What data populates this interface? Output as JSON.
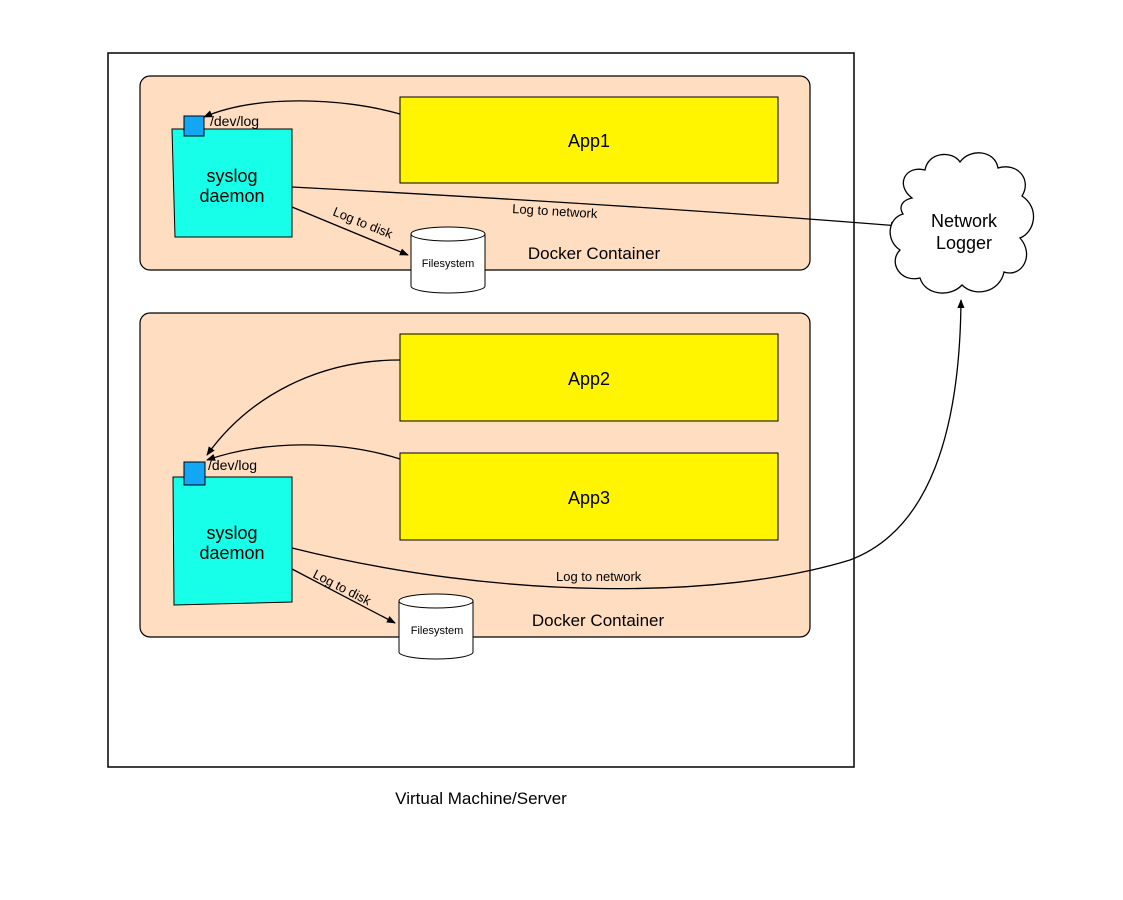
{
  "diagram": {
    "vm_label": "Virtual Machine/Server",
    "network_logger": {
      "line1": "Network",
      "line2": "Logger"
    },
    "colors": {
      "container_fill": "#FFDDC1",
      "app_fill": "#FFF500",
      "syslog_fill": "#17FFE8",
      "socket_fill": "#13A6F5",
      "stroke": "#000000"
    },
    "containers": [
      {
        "label": "Docker Container",
        "apps": [
          "App1"
        ],
        "socket": "/dev/log",
        "syslog": {
          "line1": "syslog",
          "line2": "daemon"
        },
        "filesystem": "Filesystem",
        "edge_disk": "Log to disk",
        "edge_network": "Log to network"
      },
      {
        "label": "Docker Container",
        "apps": [
          "App2",
          "App3"
        ],
        "socket": "/dev/log",
        "syslog": {
          "line1": "syslog",
          "line2": "daemon"
        },
        "filesystem": "Filesystem",
        "edge_disk": "Log to disk",
        "edge_network": "Log to network"
      }
    ]
  }
}
